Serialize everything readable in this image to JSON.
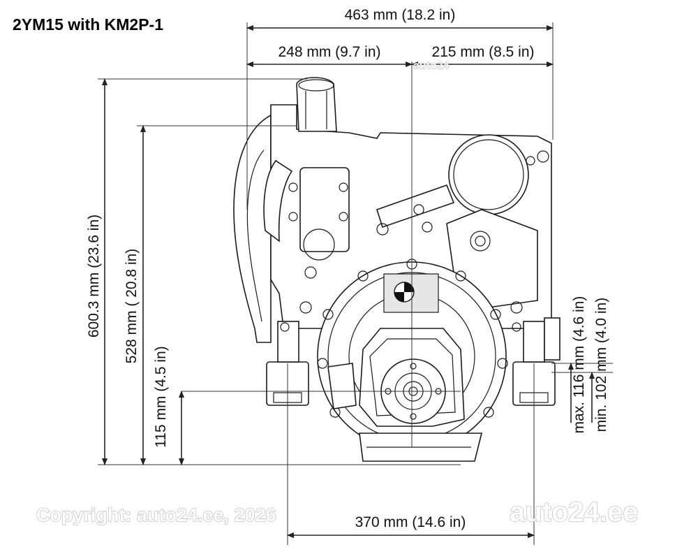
{
  "title": "2YM15 with KM2P-1",
  "dimensions": {
    "overall_width": "463 mm (18.2 in)",
    "left_of_center": "248 mm (9.7 in)",
    "right_of_center": "215 mm (8.5 in)",
    "overall_height": "600.3 mm (23.6 in)",
    "height_528": "528 mm ( 20.8 in)",
    "height_115": "115 mm (4.5 in)",
    "max_116": "max. 116 mm (4.6 in)",
    "min_102": "min. 102 mm (4.0 in)",
    "mount_width": "370 mm (14.6 in)"
  },
  "watermarks": {
    "copyright": "Copyright: auto24.ee, 2026",
    "brand": "auto24.ee",
    "small": "auto24"
  }
}
